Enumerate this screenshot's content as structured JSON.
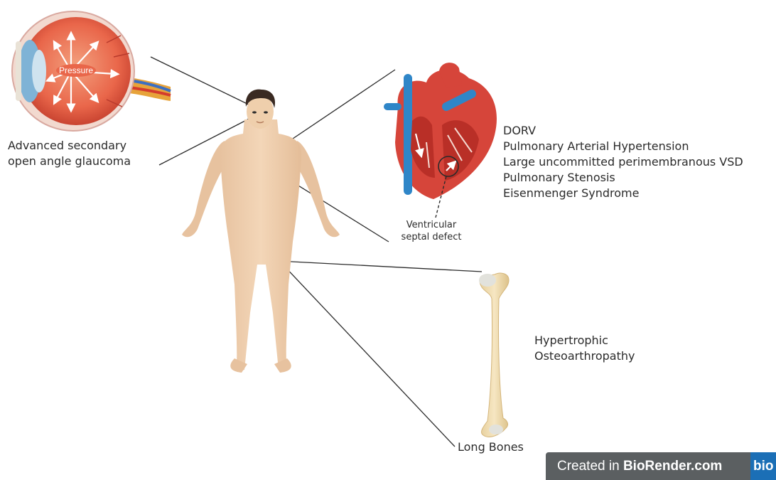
{
  "eye": {
    "label_lines": [
      "Advanced secondary",
      "open angle glaucoma"
    ],
    "pressure_label": "Pressure"
  },
  "heart": {
    "conditions": [
      "DORV",
      "Pulmonary Arterial Hypertension",
      "Large uncommitted perimembranous VSD",
      "Pulmonary Stenosis",
      "Eisenmenger Syndrome"
    ],
    "defect_label_lines": [
      "Ventricular",
      "septal defect"
    ]
  },
  "bone": {
    "condition_lines": [
      "Hypertrophic",
      "Osteoarthropathy"
    ],
    "label": "Long Bones"
  },
  "badge": {
    "prefix": "Created in ",
    "brand": "BioRender.com",
    "logo_text": "bio"
  }
}
